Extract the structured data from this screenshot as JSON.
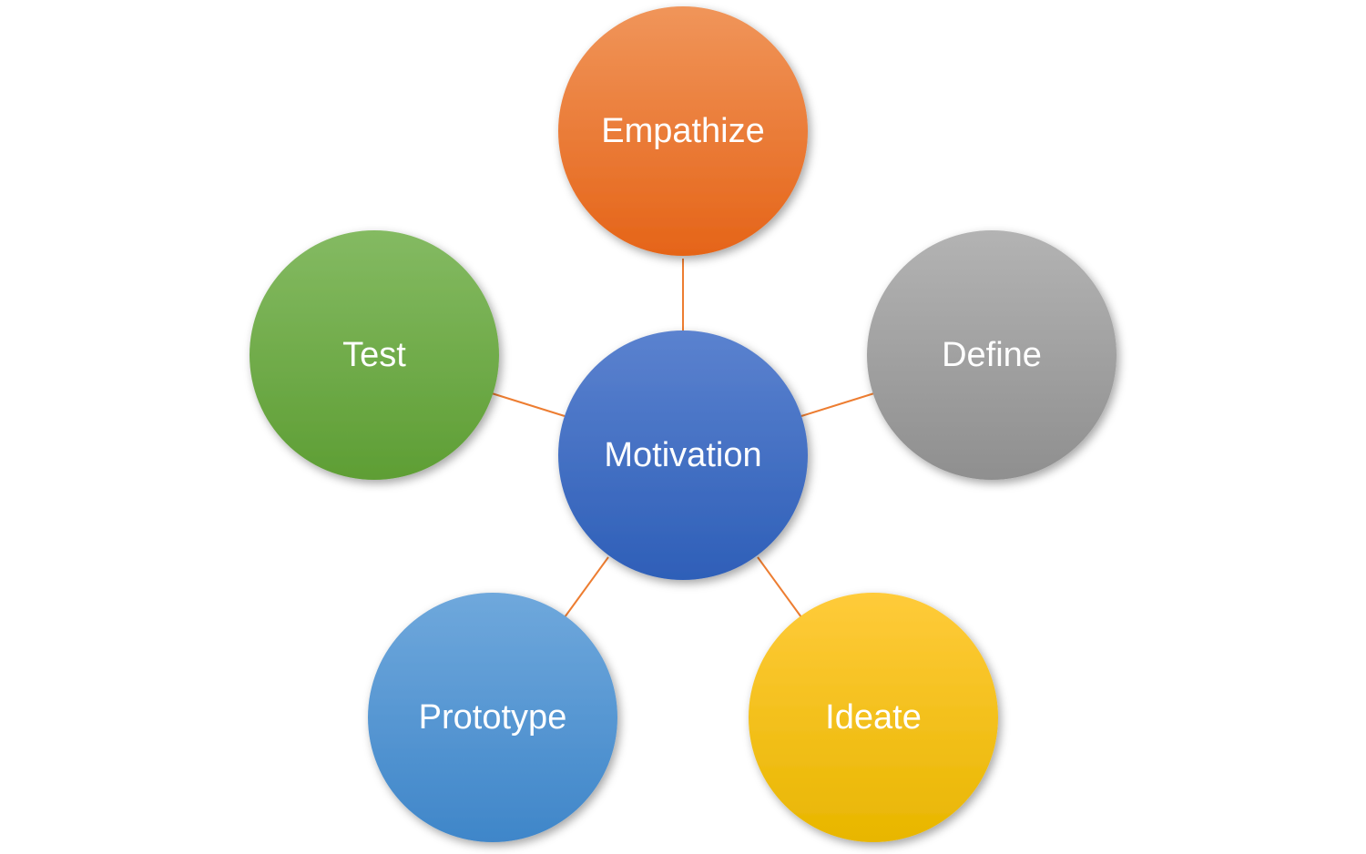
{
  "diagram": {
    "type": "radial-cycle",
    "center": {
      "label": "Motivation",
      "colors": [
        "#5b82cf",
        "#2e5fb8"
      ]
    },
    "nodes": [
      {
        "id": "empathize",
        "label": "Empathize",
        "colors": [
          "#f0955a",
          "#e56418"
        ]
      },
      {
        "id": "define",
        "label": "Define",
        "colors": [
          "#b3b3b3",
          "#8f8f8f"
        ]
      },
      {
        "id": "ideate",
        "label": "Ideate",
        "colors": [
          "#ffcb3a",
          "#e8b600"
        ]
      },
      {
        "id": "prototype",
        "label": "Prototype",
        "colors": [
          "#6fa8dc",
          "#3f86c9"
        ]
      },
      {
        "id": "test",
        "label": "Test",
        "colors": [
          "#84ba62",
          "#5e9e34"
        ]
      }
    ],
    "connector_color": "#ed7d31"
  }
}
